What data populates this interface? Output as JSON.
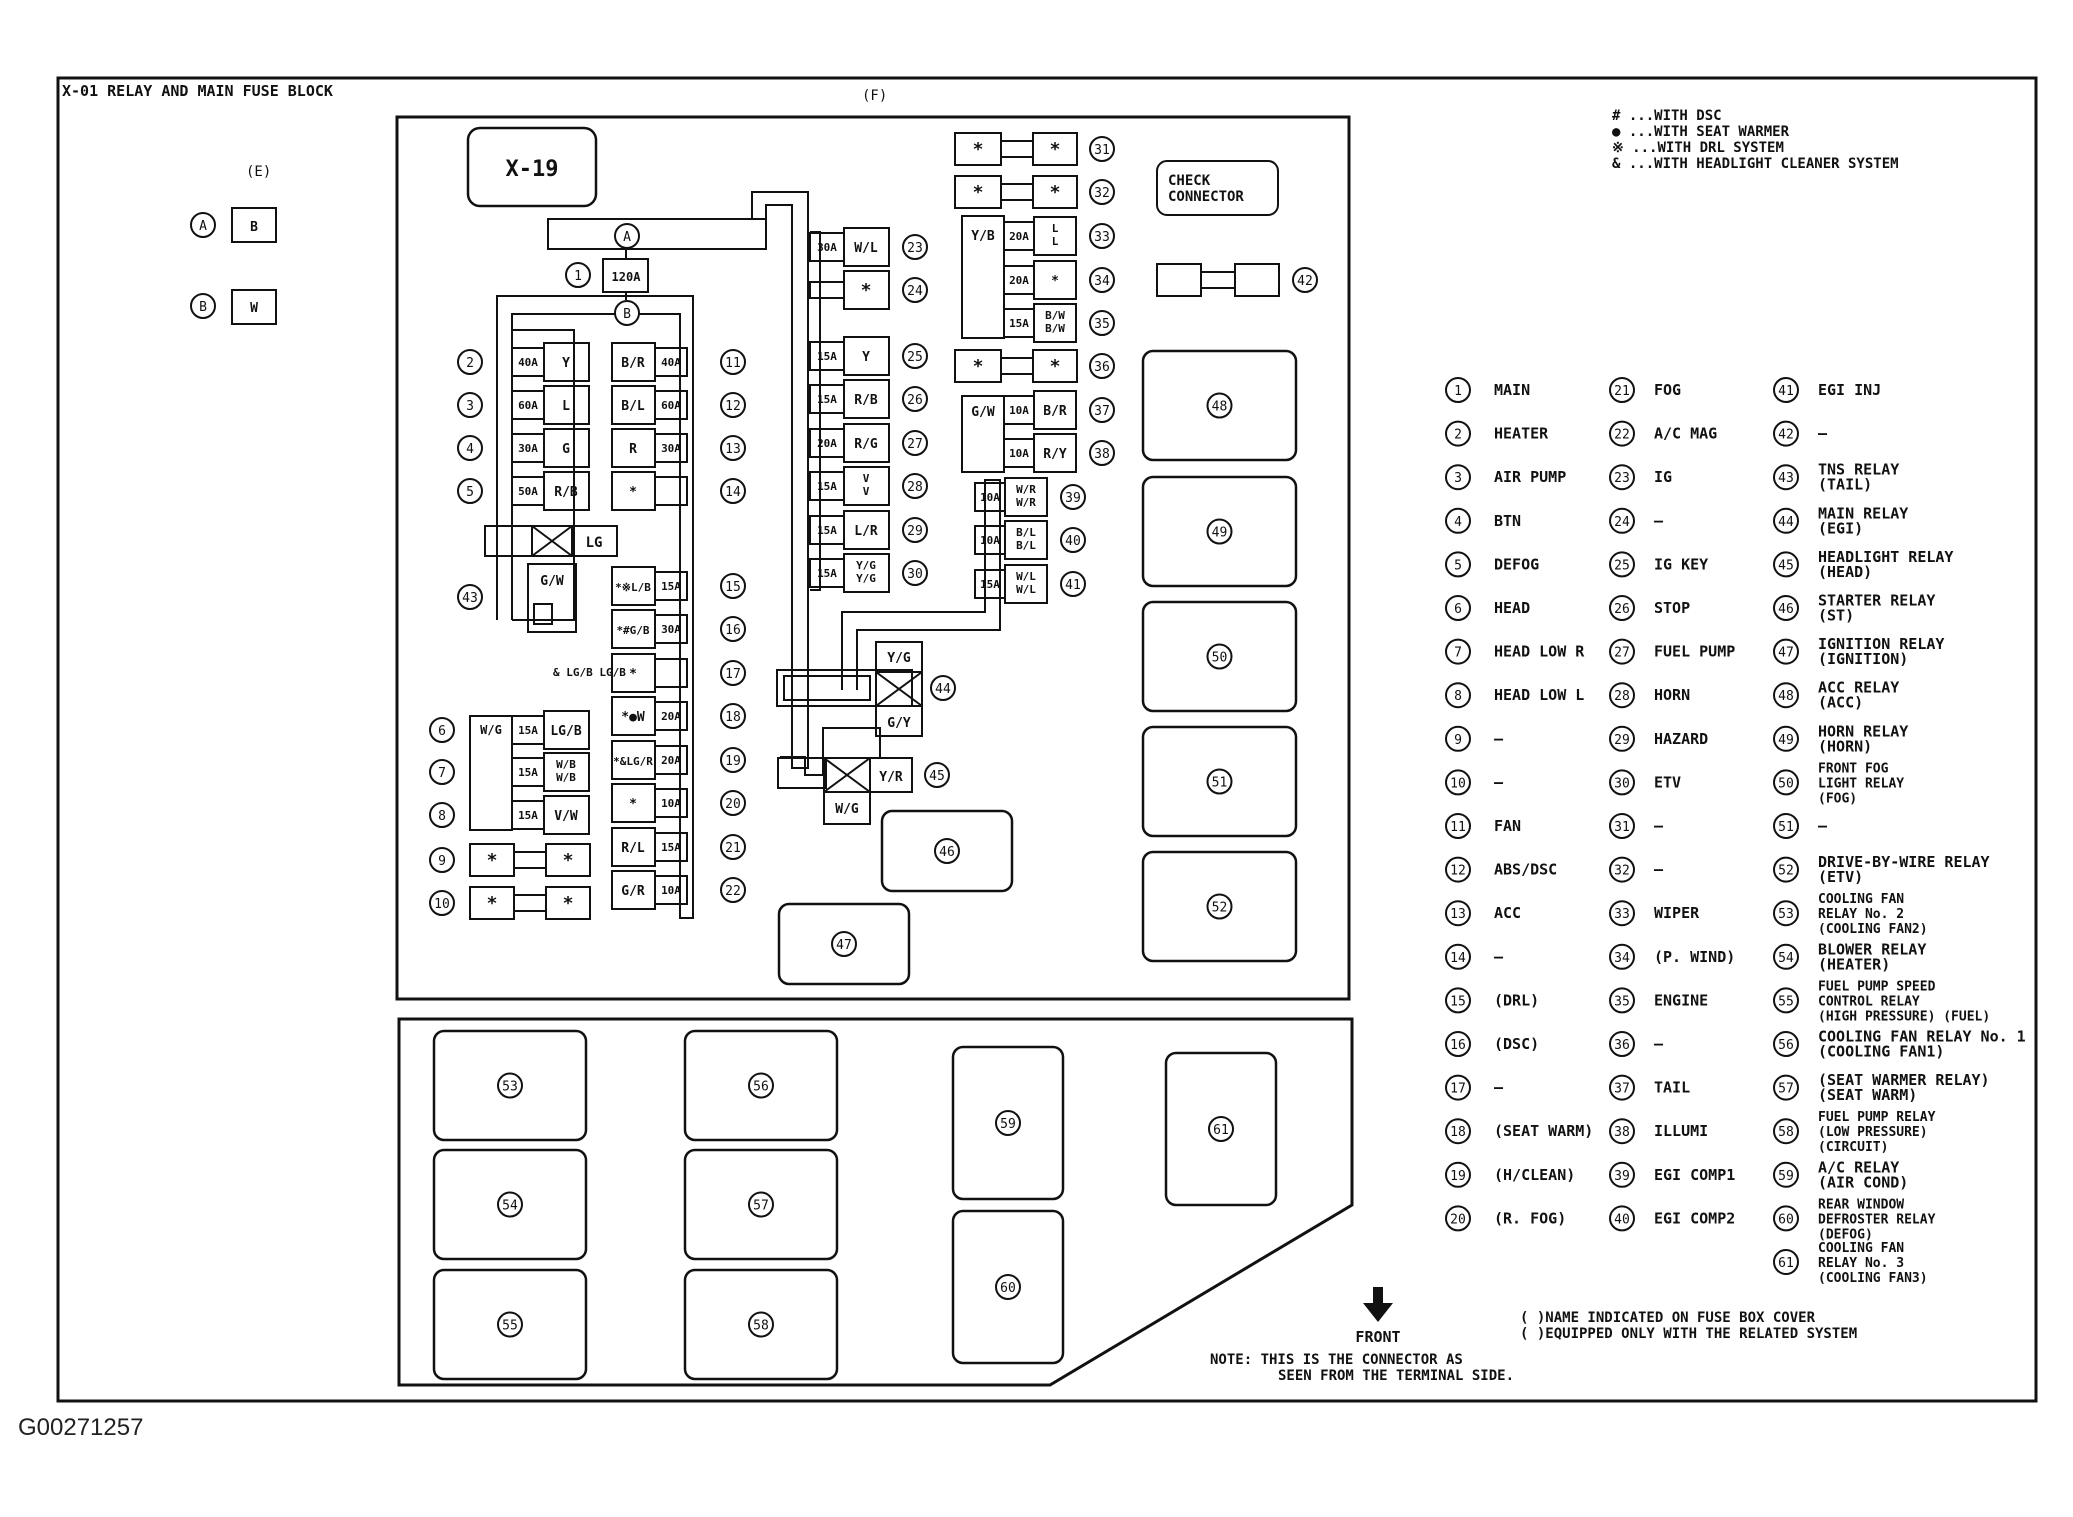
{
  "title": "X-01 RELAY AND MAIN FUSE BLOCK",
  "section_e": "(E)",
  "section_f": "(F)",
  "figure_id": "G00271257",
  "e_connectors": [
    {
      "circle": "A",
      "wire": "B"
    },
    {
      "circle": "B",
      "wire": "W"
    }
  ],
  "x19": "X-19",
  "main_fuse": {
    "num": "1",
    "amp": "120A",
    "top": "A",
    "bottom": "B"
  },
  "check_connector": [
    "CHECK",
    "CONNECTOR"
  ],
  "symbol_legend": [
    "# ...WITH DSC",
    "● ...WITH SEAT WARMER",
    "※ ...WITH DRL SYSTEM",
    "& ...WITH HEADLIGHT CLEANER SYSTEM"
  ],
  "left_fuses": [
    {
      "num": "2",
      "amp": "40A",
      "wire": "Y"
    },
    {
      "num": "3",
      "amp": "60A",
      "wire": "L"
    },
    {
      "num": "4",
      "amp": "30A",
      "wire": "G"
    },
    {
      "num": "5",
      "amp": "50A",
      "wire": "R/B"
    }
  ],
  "center_fuses": [
    {
      "num": "11",
      "amp": "40A",
      "wire": "B/R"
    },
    {
      "num": "12",
      "amp": "60A",
      "wire": "B/L"
    },
    {
      "num": "13",
      "amp": "30A",
      "wire": "R"
    },
    {
      "num": "14",
      "amp": "",
      "wire": "*"
    },
    {
      "num": "15",
      "amp": "15A",
      "wire": "*※L/B"
    },
    {
      "num": "16",
      "amp": "30A",
      "wire": "*#G/B"
    },
    {
      "num": "17",
      "amp": "",
      "wire": "*"
    },
    {
      "num": "18",
      "amp": "20A",
      "wire": "*●W"
    },
    {
      "num": "19",
      "amp": "20A",
      "wire": "*&LG/R"
    },
    {
      "num": "20",
      "amp": "10A",
      "wire": "*"
    },
    {
      "num": "21",
      "amp": "15A",
      "wire": "R/L"
    },
    {
      "num": "22",
      "amp": "10A",
      "wire": "G/R"
    }
  ],
  "relay_43": {
    "num": "43",
    "top": "LG",
    "bottom": "G/W"
  },
  "lower_left_fuses": {
    "bus_wire": "W/G",
    "note": "& LG/B LG/B",
    "items": [
      {
        "num": "6",
        "amp": "15A",
        "wire": "LG/B"
      },
      {
        "num": "7",
        "amp": "15A",
        "wire": "W/B W/B"
      },
      {
        "num": "8",
        "amp": "15A",
        "wire": "V/W"
      },
      {
        "num": "9",
        "amp": "",
        "wire": "*"
      },
      {
        "num": "10",
        "amp": "",
        "wire": "*"
      }
    ]
  },
  "mid_fuses": [
    {
      "num": "23",
      "amp": "30A",
      "wire": "W/L"
    },
    {
      "num": "24",
      "amp": "",
      "wire": "*"
    },
    {
      "num": "25",
      "amp": "15A",
      "wire": "Y"
    },
    {
      "num": "26",
      "amp": "15A",
      "wire": "R/B"
    },
    {
      "num": "27",
      "amp": "20A",
      "wire": "R/G"
    },
    {
      "num": "28",
      "amp": "15A",
      "wire": "V V"
    },
    {
      "num": "29",
      "amp": "15A",
      "wire": "L/R"
    },
    {
      "num": "30",
      "amp": "15A",
      "wire": "Y/G Y/G"
    }
  ],
  "right_fuses": {
    "yb_bus": "Y/B",
    "gw_bus": "G/W",
    "items": [
      {
        "num": "31",
        "amp": "",
        "wire": "*"
      },
      {
        "num": "32",
        "amp": "",
        "wire": "*"
      },
      {
        "num": "33",
        "amp": "20A",
        "wire": "L L"
      },
      {
        "num": "34",
        "amp": "20A",
        "wire": "*"
      },
      {
        "num": "35",
        "amp": "15A",
        "wire": "B/W B/W"
      },
      {
        "num": "36",
        "amp": "",
        "wire": "*"
      },
      {
        "num": "37",
        "amp": "10A",
        "wire": "B/R"
      },
      {
        "num": "38",
        "amp": "10A",
        "wire": "R/Y"
      },
      {
        "num": "39",
        "amp": "10A",
        "wire": "W/R W/R"
      },
      {
        "num": "40",
        "amp": "10A",
        "wire": "B/L B/L"
      },
      {
        "num": "41",
        "amp": "15A",
        "wire": "W/L W/L"
      }
    ]
  },
  "connector_42": "42",
  "relay_44": {
    "num": "44",
    "top": "Y/G",
    "bottom": "G/Y"
  },
  "relay_45": {
    "num": "45",
    "right": "Y/R",
    "bottom": "W/G"
  },
  "relay_blocks": [
    "46",
    "47",
    "48",
    "49",
    "50",
    "51",
    "52",
    "53",
    "54",
    "55",
    "56",
    "57",
    "58",
    "59",
    "60",
    "61"
  ],
  "legend": {
    "col1": [
      {
        "num": "1",
        "lines": [
          "MAIN"
        ]
      },
      {
        "num": "2",
        "lines": [
          "HEATER"
        ]
      },
      {
        "num": "3",
        "lines": [
          "AIR PUMP"
        ]
      },
      {
        "num": "4",
        "lines": [
          "BTN"
        ]
      },
      {
        "num": "5",
        "lines": [
          "DEFOG"
        ]
      },
      {
        "num": "6",
        "lines": [
          "HEAD"
        ]
      },
      {
        "num": "7",
        "lines": [
          "HEAD LOW R"
        ]
      },
      {
        "num": "8",
        "lines": [
          "HEAD LOW L"
        ]
      },
      {
        "num": "9",
        "lines": [
          "—"
        ]
      },
      {
        "num": "10",
        "lines": [
          "—"
        ]
      },
      {
        "num": "11",
        "lines": [
          "FAN"
        ]
      },
      {
        "num": "12",
        "lines": [
          "ABS/DSC"
        ]
      },
      {
        "num": "13",
        "lines": [
          "ACC"
        ]
      },
      {
        "num": "14",
        "lines": [
          "—"
        ]
      },
      {
        "num": "15",
        "lines": [
          "(DRL)"
        ]
      },
      {
        "num": "16",
        "lines": [
          "(DSC)"
        ]
      },
      {
        "num": "17",
        "lines": [
          "—"
        ]
      },
      {
        "num": "18",
        "lines": [
          "(SEAT WARM)"
        ]
      },
      {
        "num": "19",
        "lines": [
          "(H/CLEAN)"
        ]
      },
      {
        "num": "20",
        "lines": [
          "(R. FOG)"
        ]
      }
    ],
    "col2": [
      {
        "num": "21",
        "lines": [
          "FOG"
        ]
      },
      {
        "num": "22",
        "lines": [
          "A/C MAG"
        ]
      },
      {
        "num": "23",
        "lines": [
          "IG"
        ]
      },
      {
        "num": "24",
        "lines": [
          "—"
        ]
      },
      {
        "num": "25",
        "lines": [
          "IG KEY"
        ]
      },
      {
        "num": "26",
        "lines": [
          "STOP"
        ]
      },
      {
        "num": "27",
        "lines": [
          "FUEL PUMP"
        ]
      },
      {
        "num": "28",
        "lines": [
          "HORN"
        ]
      },
      {
        "num": "29",
        "lines": [
          "HAZARD"
        ]
      },
      {
        "num": "30",
        "lines": [
          "ETV"
        ]
      },
      {
        "num": "31",
        "lines": [
          "—"
        ]
      },
      {
        "num": "32",
        "lines": [
          "—"
        ]
      },
      {
        "num": "33",
        "lines": [
          "WIPER"
        ]
      },
      {
        "num": "34",
        "lines": [
          "(P. WIND)"
        ]
      },
      {
        "num": "35",
        "lines": [
          "ENGINE"
        ]
      },
      {
        "num": "36",
        "lines": [
          "—"
        ]
      },
      {
        "num": "37",
        "lines": [
          "TAIL"
        ]
      },
      {
        "num": "38",
        "lines": [
          "ILLUMI"
        ]
      },
      {
        "num": "39",
        "lines": [
          "EGI COMP1"
        ]
      },
      {
        "num": "40",
        "lines": [
          "EGI COMP2"
        ]
      }
    ],
    "col3": [
      {
        "num": "41",
        "lines": [
          "EGI INJ"
        ]
      },
      {
        "num": "42",
        "lines": [
          "—"
        ]
      },
      {
        "num": "43",
        "lines": [
          "TNS RELAY",
          "(TAIL)"
        ]
      },
      {
        "num": "44",
        "lines": [
          "MAIN RELAY",
          "(EGI)"
        ]
      },
      {
        "num": "45",
        "lines": [
          "HEADLIGHT RELAY",
          "(HEAD)"
        ]
      },
      {
        "num": "46",
        "lines": [
          "STARTER RELAY",
          "(ST)"
        ]
      },
      {
        "num": "47",
        "lines": [
          "IGNITION RELAY",
          "(IGNITION)"
        ]
      },
      {
        "num": "48",
        "lines": [
          "ACC RELAY",
          "(ACC)"
        ]
      },
      {
        "num": "49",
        "lines": [
          "HORN RELAY",
          "(HORN)"
        ]
      },
      {
        "num": "50",
        "lines": [
          "FRONT FOG",
          "LIGHT RELAY",
          "(FOG)"
        ]
      },
      {
        "num": "51",
        "lines": [
          "—"
        ]
      },
      {
        "num": "52",
        "lines": [
          "DRIVE-BY-WIRE RELAY",
          "(ETV)"
        ]
      },
      {
        "num": "53",
        "lines": [
          "COOLING FAN",
          "RELAY No. 2",
          "(COOLING FAN2)"
        ]
      },
      {
        "num": "54",
        "lines": [
          "BLOWER RELAY",
          "(HEATER)"
        ]
      },
      {
        "num": "55",
        "lines": [
          "FUEL PUMP SPEED",
          "CONTROL RELAY",
          "(HIGH PRESSURE) (FUEL)"
        ]
      },
      {
        "num": "56",
        "lines": [
          "COOLING FAN RELAY No. 1",
          "(COOLING FAN1)"
        ]
      },
      {
        "num": "57",
        "lines": [
          "(SEAT WARMER RELAY)",
          "(SEAT WARM)"
        ]
      },
      {
        "num": "58",
        "lines": [
          "FUEL PUMP RELAY",
          "(LOW PRESSURE)",
          "(CIRCUIT)"
        ]
      },
      {
        "num": "59",
        "lines": [
          "A/C RELAY",
          "(AIR COND)"
        ]
      },
      {
        "num": "60",
        "lines": [
          "REAR WINDOW",
          "DEFROSTER RELAY",
          "(DEFOG)"
        ]
      },
      {
        "num": "61",
        "lines": [
          "COOLING FAN",
          "RELAY No. 3",
          "(COOLING FAN3)"
        ]
      }
    ]
  },
  "front_label": "FRONT",
  "bracket_notes": [
    "(  )NAME INDICATED ON FUSE BOX COVER",
    "(  )EQUIPPED ONLY WITH THE RELATED SYSTEM"
  ],
  "connector_note": [
    "NOTE: THIS IS THE CONNECTOR AS",
    "SEEN FROM THE TERMINAL SIDE."
  ]
}
